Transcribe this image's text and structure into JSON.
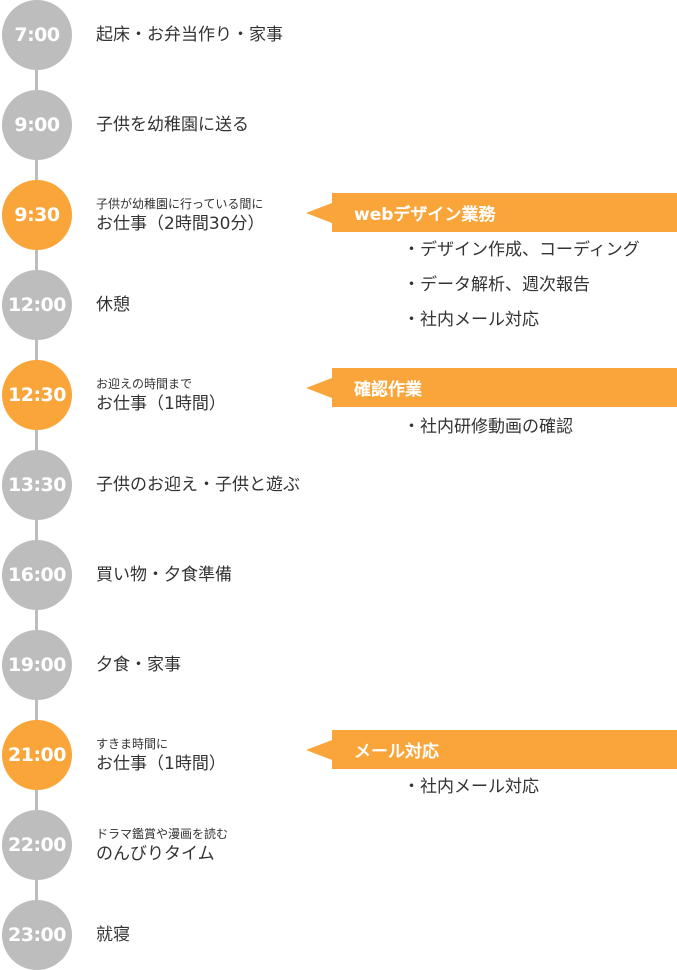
{
  "schedule": [
    {
      "time": "7:00",
      "label": "起床・お弁当作り・家事",
      "note": "",
      "accent": false
    },
    {
      "time": "9:00",
      "label": "子供を幼稚園に送る",
      "note": "",
      "accent": false
    },
    {
      "time": "9:30",
      "label": "お仕事（2時間30分）",
      "note": "子供が幼稚園に行っている間に",
      "accent": true
    },
    {
      "time": "12:00",
      "label": "休憩",
      "note": "",
      "accent": false
    },
    {
      "time": "12:30",
      "label": "お仕事（1時間）",
      "note": "お迎えの時間まで",
      "accent": true
    },
    {
      "time": "13:30",
      "label": "子供のお迎え・子供と遊ぶ",
      "note": "",
      "accent": false
    },
    {
      "time": "16:00",
      "label": "買い物・夕食準備",
      "note": "",
      "accent": false
    },
    {
      "time": "19:00",
      "label": "夕食・家事",
      "note": "",
      "accent": false
    },
    {
      "time": "21:00",
      "label": "お仕事（1時間）",
      "note": "すきま時間に",
      "accent": true
    },
    {
      "time": "22:00",
      "label": "のんびりタイム",
      "note": "ドラマ鑑賞や漫画を読む",
      "accent": false
    },
    {
      "time": "23:00",
      "label": "就寝",
      "note": "",
      "accent": false
    }
  ],
  "work_blocks": [
    {
      "title": "webデザイン業務",
      "items": [
        "・デザイン作成、コーディング",
        "・データ解析、週次報告",
        "・社内メール対応"
      ]
    },
    {
      "title": "確認作業",
      "items": [
        "・社内研修動画の確認"
      ]
    },
    {
      "title": "メール対応",
      "items": [
        "・社内メール対応"
      ]
    }
  ],
  "colors": {
    "accent": "#f9a53a",
    "neutral": "#bdbdbd",
    "text": "#333333"
  }
}
